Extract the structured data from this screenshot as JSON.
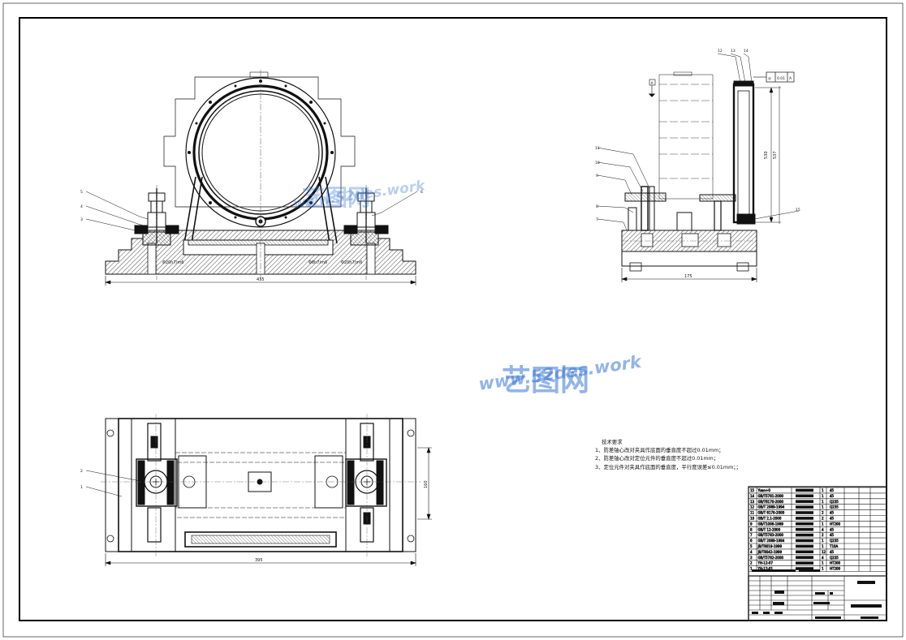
{
  "watermark": {
    "brand": "艺图网",
    "url": "www.52des.work",
    "color": "#3a78d8"
  },
  "front_view": {
    "dimensions": {
      "overall_width": "435",
      "fit_left": "Φ20h7/m6",
      "fit_center": "Φ8h7/m6",
      "fit_right": "Φ20h7/m6"
    },
    "part_labels": [
      "5",
      "4",
      "3",
      "6"
    ]
  },
  "side_view": {
    "dimensions": {
      "overall_width": "175",
      "height_outer": "530",
      "height_inner": "537"
    },
    "part_labels": [
      "12",
      "13",
      "14",
      "11",
      "10",
      "9",
      "8",
      "7",
      "15"
    ],
    "datum_label": "A",
    "tolerance_frame": {
      "symbol": "◎",
      "value": "0.01",
      "datum": "A"
    }
  },
  "top_view": {
    "dimensions": {
      "width": "395",
      "height": "160"
    },
    "part_labels": [
      "2",
      "1"
    ]
  },
  "technical_notes": {
    "title": "技术要求",
    "lines": [
      "1、防差铀心改对夹具作底面的垂直度不超过0.01mm；",
      "2、防差铀心改对定位元件的垂直度不超过0.01mm；",
      "3、定位元件对夹具作底面的垂直度，平行度误差≤0.01mm；；"
    ]
  },
  "bom": {
    "rows": [
      {
        "no": "15",
        "code": "Yuan+0",
        "qty": "1",
        "material": "45"
      },
      {
        "no": "14",
        "code": "GB/T5781-2000",
        "qty": "1",
        "material": "45"
      },
      {
        "no": "13",
        "code": "GB/T6170-2000",
        "qty": "1",
        "material": "Q235"
      },
      {
        "no": "12",
        "code": "GB/T 2089-1994",
        "qty": "1",
        "material": "Q235"
      },
      {
        "no": "11",
        "code": "GB/T 6170-2000",
        "qty": "2",
        "material": "45"
      },
      {
        "no": "10",
        "code": "GB/T 2.1-2000",
        "qty": "2",
        "material": "45"
      },
      {
        "no": "9",
        "code": "GB/T1096-1989",
        "qty": "1",
        "material": "HT200"
      },
      {
        "no": "8",
        "code": "GB/T 12-2000",
        "qty": "4",
        "material": "45"
      },
      {
        "no": "7",
        "code": "GB/T5783-2000",
        "qty": "2",
        "material": "45"
      },
      {
        "no": "6",
        "code": "GB/T 2089-1994",
        "qty": "1",
        "material": "Q235"
      },
      {
        "no": "5",
        "code": "JB/T8019-1999",
        "qty": "1",
        "material": "T10A"
      },
      {
        "no": "4",
        "code": "JB/T8042-1999",
        "qty": "12",
        "material": "45"
      },
      {
        "no": "3",
        "code": "GB/T5782-2000",
        "qty": "4",
        "material": "Q235"
      },
      {
        "no": "2",
        "code": "YH-12-07",
        "qty": "1",
        "material": "HT200"
      },
      {
        "no": "1",
        "code": "YH-12-01",
        "qty": "1",
        "material": "HT200"
      }
    ]
  }
}
